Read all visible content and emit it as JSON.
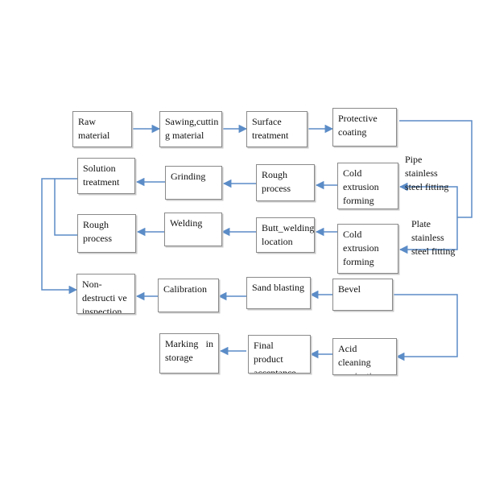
{
  "colors": {
    "arrow": "#5b8cc7",
    "box_border": "#8a8a8a"
  },
  "nodes": {
    "raw_material": "Raw material",
    "sawing": "Sawing,cuttin g material",
    "surface": "Surface treatment",
    "protective": "Protective coating",
    "solution": "Solution treatment",
    "grinding": "Grinding",
    "rough1": "Rough process",
    "cold1": "Cold extrusion forming",
    "rough2": "Rough process",
    "welding": "Welding",
    "butt": "Butt_welding location",
    "cold2": "Cold extrusion forming",
    "ndt": "Non-destructi ve inspection",
    "calibration": "Calibration",
    "sand": "Sand blasting",
    "bevel": "Bevel",
    "marking_line1": "Marking in",
    "marking_line2": "storage",
    "final": "Final product acceptance",
    "acid": "Acid cleaning passivation"
  },
  "labels": {
    "pipe": "Pipe stainless steel fitting",
    "plate": "Plate stainless steel fitting"
  }
}
